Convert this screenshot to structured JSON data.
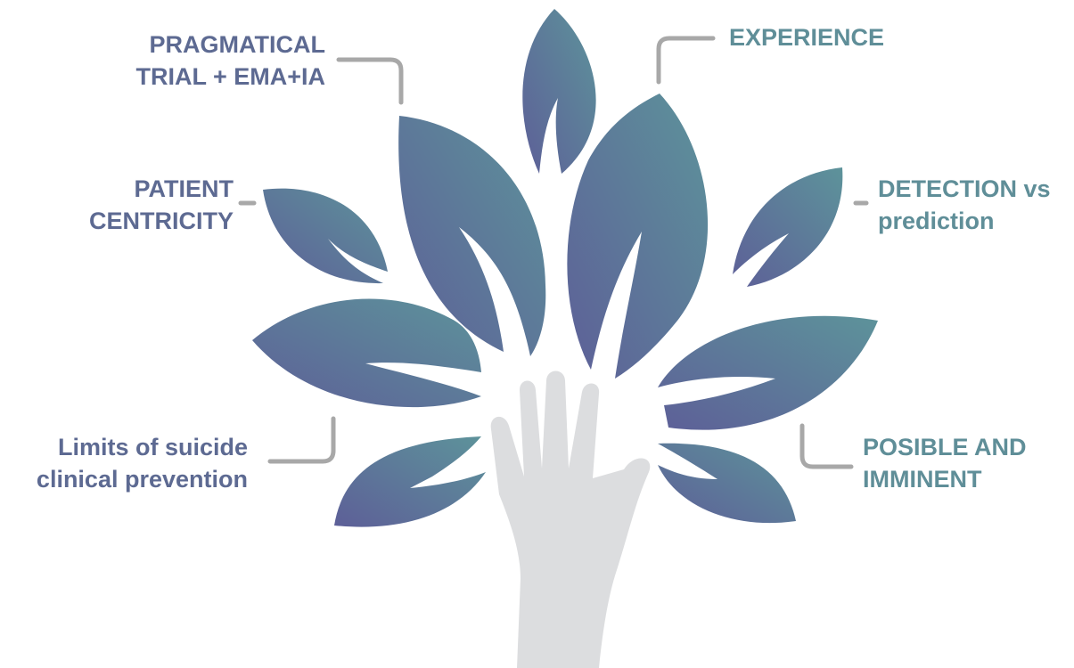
{
  "colors": {
    "label_left": "#5d6a92",
    "label_right": "#5f8e98",
    "connector": "#a8a8a8",
    "hand": "#dcdddf",
    "leaf_purple": "#5d5f98",
    "leaf_teal": "#5d939a"
  },
  "labels": {
    "pragmatical": {
      "line1": "PRAGMATICAL",
      "line2": "TRIAL + EMA+IA"
    },
    "patient": {
      "line1": "PATIENT",
      "line2": "CENTRICITY"
    },
    "limits": {
      "line1": "Limits of suicide",
      "line2": "clinical prevention"
    },
    "experience": {
      "line1": "EXPERIENCE"
    },
    "detection": {
      "line1": "DETECTION vs",
      "line2": "prediction"
    },
    "posible": {
      "line1": "POSIBLE AND",
      "line2": "IMMINENT"
    }
  }
}
